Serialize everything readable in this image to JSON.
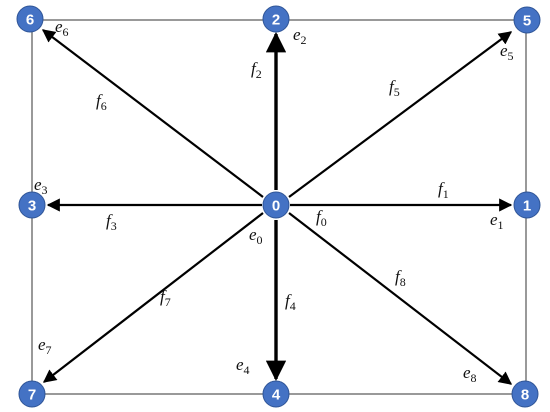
{
  "nodes": [
    {
      "id": "0",
      "label": "0"
    },
    {
      "id": "1",
      "label": "1"
    },
    {
      "id": "2",
      "label": "2"
    },
    {
      "id": "3",
      "label": "3"
    },
    {
      "id": "4",
      "label": "4"
    },
    {
      "id": "5",
      "label": "5"
    },
    {
      "id": "6",
      "label": "6"
    },
    {
      "id": "7",
      "label": "7"
    },
    {
      "id": "8",
      "label": "8"
    }
  ],
  "colors": {
    "node_fill": "#4472c4",
    "node_stroke": "#2f5597",
    "arrow": "#000000"
  },
  "f_labels": [
    {
      "base": "f",
      "sub": "0"
    },
    {
      "base": "f",
      "sub": "1"
    },
    {
      "base": "f",
      "sub": "2"
    },
    {
      "base": "f",
      "sub": "3"
    },
    {
      "base": "f",
      "sub": "4"
    },
    {
      "base": "f",
      "sub": "5"
    },
    {
      "base": "f",
      "sub": "6"
    },
    {
      "base": "f",
      "sub": "7"
    },
    {
      "base": "f",
      "sub": "8"
    }
  ],
  "e_labels": [
    {
      "base": "e",
      "sub": "0"
    },
    {
      "base": "e",
      "sub": "1"
    },
    {
      "base": "e",
      "sub": "2"
    },
    {
      "base": "e",
      "sub": "3"
    },
    {
      "base": "e",
      "sub": "4"
    },
    {
      "base": "e",
      "sub": "5"
    },
    {
      "base": "e",
      "sub": "6"
    },
    {
      "base": "e",
      "sub": "7"
    },
    {
      "base": "e",
      "sub": "8"
    }
  ]
}
